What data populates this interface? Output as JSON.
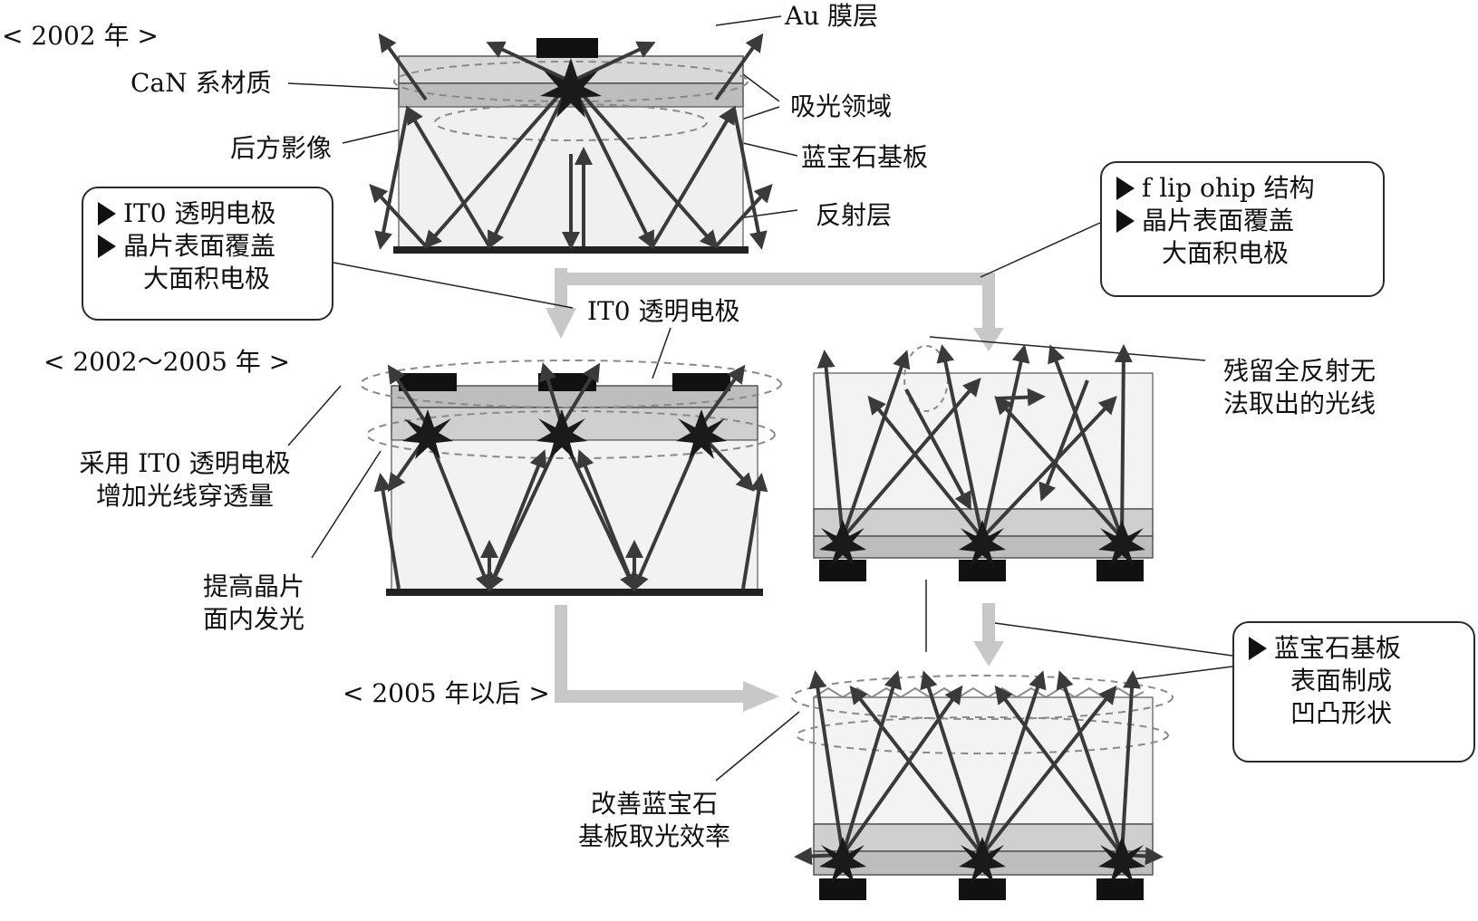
{
  "labels": {
    "year_2002": "< 2002 年 >",
    "year_2002_2005": "< 2002～2005 年 >",
    "year_2005_after": "< 2005 年以后 >",
    "au_film": "Au 膜层",
    "gan_material": "CaN 系材质",
    "light_absorb": "吸光领域",
    "rear_image": "后方影像",
    "sapphire_substrate": "蓝宝石基板",
    "reflective_layer": "反射层",
    "ito_electrode": "IT0 透明电极",
    "ito_increase_line1": "采用 IT0 透明电极",
    "ito_increase_line2": "增加光线穿透量",
    "improve_line1": "提高晶片",
    "improve_line2": "面内发光",
    "residual_line1": "残留全反射无",
    "residual_line2": "法取出的光线",
    "sapphire_eff_line1": "改善蓝宝石",
    "sapphire_eff_line2": "基板取光效率"
  },
  "callouts": {
    "left": {
      "item1": "IT0 透明电极",
      "item2": "晶片表面覆盖",
      "item2b": "大面积电极"
    },
    "right_top": {
      "item1": "f lip ohip 结构",
      "item2": "晶片表面覆盖",
      "item2b": "大面积电极"
    },
    "right_bottom": {
      "item1": "蓝宝石基板",
      "item1b": "表面制成",
      "item1c": "凹凸形状"
    }
  },
  "colors": {
    "ray": "#3a3a3a",
    "flow_arrow": "#c8c8c8",
    "dashed": "#8a8a8a",
    "electrode": "#111111",
    "burst": "#1a1a1a"
  }
}
